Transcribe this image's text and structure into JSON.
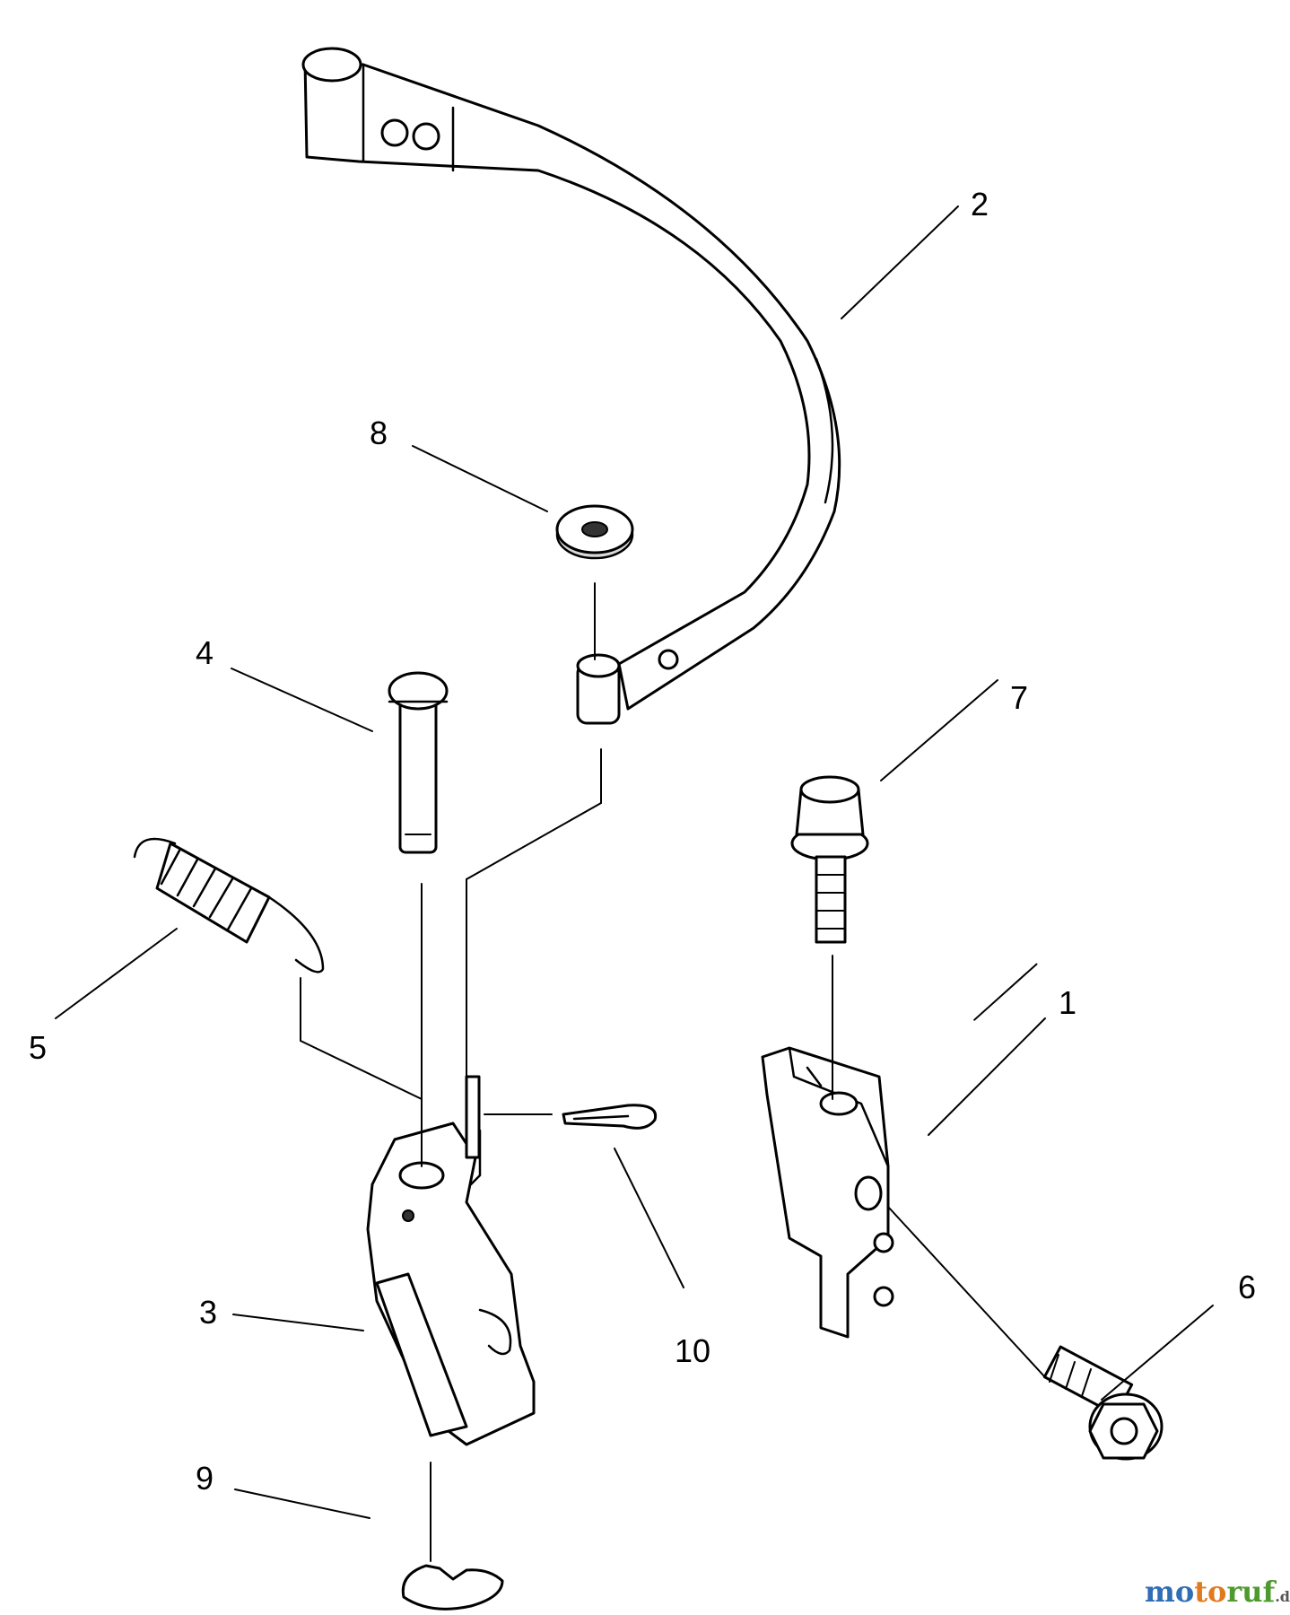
{
  "callouts": [
    {
      "id": "1",
      "label": "1"
    },
    {
      "id": "2",
      "label": "2"
    },
    {
      "id": "3",
      "label": "3"
    },
    {
      "id": "4",
      "label": "4"
    },
    {
      "id": "5",
      "label": "5"
    },
    {
      "id": "6",
      "label": "6"
    },
    {
      "id": "7",
      "label": "7"
    },
    {
      "id": "8",
      "label": "8"
    },
    {
      "id": "9",
      "label": "9"
    },
    {
      "id": "10",
      "label": "10"
    }
  ],
  "watermark": {
    "text_mo": "mo",
    "text_to": "to",
    "text_ruf": "ruf",
    "text_de": ".de",
    "colors": {
      "mo": "#2f6db5",
      "to": "#e07a1f",
      "ruf": "#4f9a2e",
      "de": "#555555"
    }
  }
}
